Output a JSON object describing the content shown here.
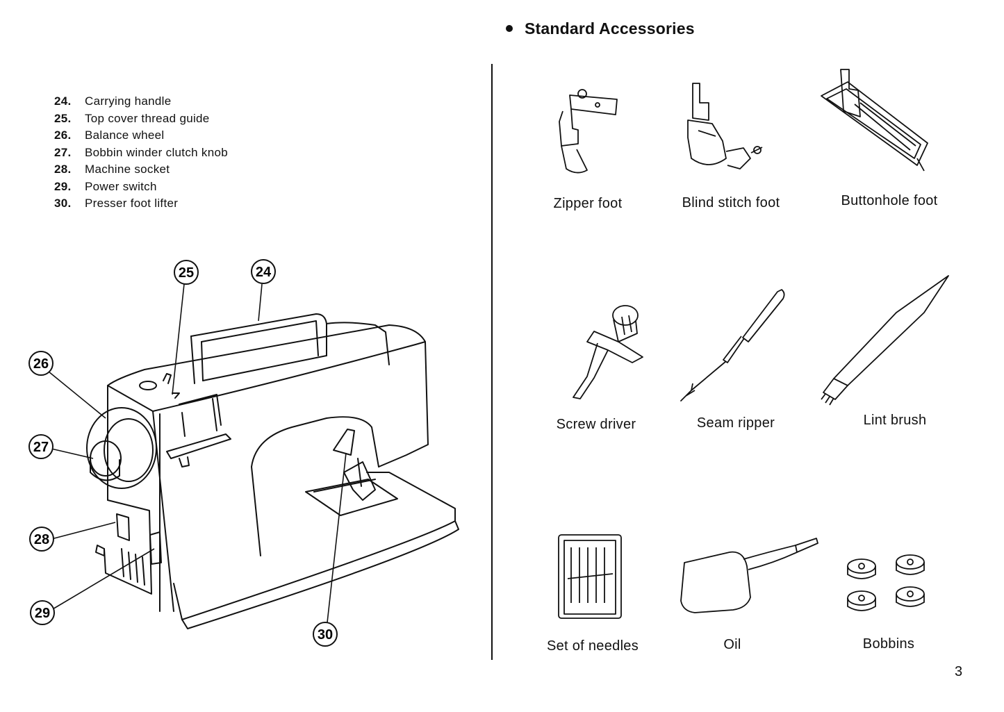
{
  "parts": [
    {
      "num": "24.",
      "label": "Carrying handle"
    },
    {
      "num": "25.",
      "label": "Top cover thread guide"
    },
    {
      "num": "26.",
      "label": "Balance wheel"
    },
    {
      "num": "27.",
      "label": "Bobbin winder clutch knob"
    },
    {
      "num": "28.",
      "label": "Machine socket"
    },
    {
      "num": "29.",
      "label": "Power switch"
    },
    {
      "num": "30.",
      "label": "Presser foot lifter"
    }
  ],
  "callouts": {
    "c24": "24",
    "c25": "25",
    "c26": "26",
    "c27": "27",
    "c28": "28",
    "c29": "29",
    "c30": "30"
  },
  "section_title": "Standard Accessories",
  "accessories": {
    "zipper_foot": "Zipper foot",
    "blind_stitch_foot": "Blind stitch foot",
    "buttonhole_foot": "Buttonhole foot",
    "screw_driver": "Screw driver",
    "seam_ripper": "Seam ripper",
    "lint_brush": "Lint brush",
    "set_of_needles": "Set of needles",
    "oil": "Oil",
    "bobbins": "Bobbins"
  },
  "page_number": "3"
}
